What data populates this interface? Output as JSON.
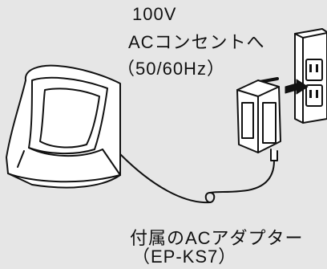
{
  "outlet_label": {
    "voltage": "100V",
    "destination": "ACコンセントへ",
    "frequency": "（50/60Hz）"
  },
  "adapter_label": {
    "name": "付属のACアダプター",
    "model": "（EP-KS7）"
  },
  "colors": {
    "background": "#e6e6e6",
    "line": "#111111",
    "fill": "#ffffff"
  }
}
